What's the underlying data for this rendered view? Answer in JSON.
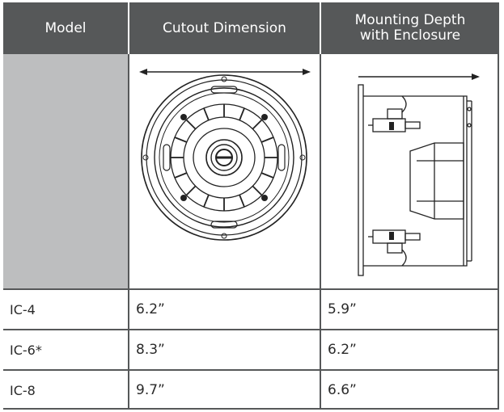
{
  "headers": [
    "Model",
    "Cutout Dimension",
    "Mounting Depth\nwith Enclosure"
  ],
  "header_depth_lines": [
    "Mounting Depth",
    "with Enclosure"
  ],
  "rows": [
    {
      "model": "IC-4",
      "cutout": "6.2”",
      "depth": "5.9”"
    },
    {
      "model": "IC-6*",
      "cutout": "8.3”",
      "depth": "6.2”"
    },
    {
      "model": "IC-8",
      "cutout": "9.7”",
      "depth": "6.6”"
    }
  ],
  "diagrams": {
    "front": "speaker-front-view-icon",
    "side": "speaker-side-view-icon"
  },
  "colors": {
    "header_bg": "#565859",
    "gray_cell": "#bdbebf",
    "border": "#565859"
  }
}
